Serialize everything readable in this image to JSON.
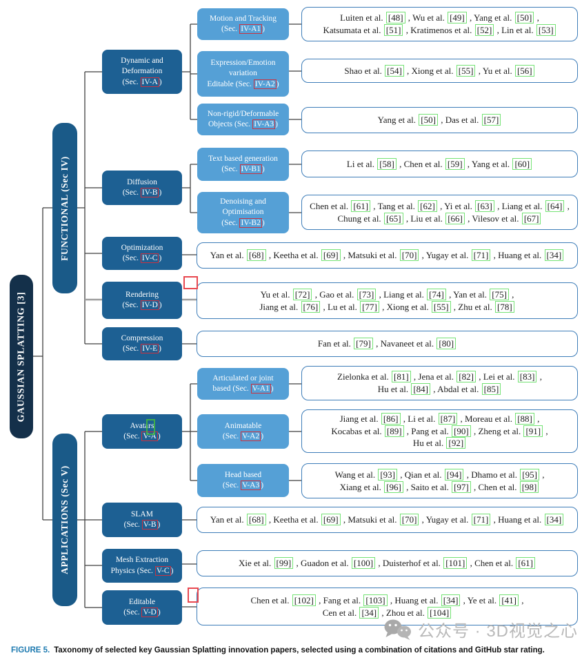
{
  "root": {
    "label": "GAUSSIAN SPLATTING [3]"
  },
  "sections": {
    "functional": {
      "label": "FUNCTIONAL (Sec IV)"
    },
    "applications": {
      "label": "APPLICATIONS (Sec V)"
    }
  },
  "nodes": {
    "dyn": {
      "lines": [
        "Dynamic and",
        "Deformation",
        "(Sec. {ref})"
      ],
      "ref": "IV-A"
    },
    "diff": {
      "lines": [
        "Diffusion",
        "(Sec. {ref})"
      ],
      "ref": "IV-B"
    },
    "opt": {
      "lines": [
        "Optimization",
        "(Sec. {ref})"
      ],
      "ref": "IV-C"
    },
    "rend": {
      "lines": [
        "Rendering",
        "(Sec. {ref})"
      ],
      "ref": "IV-D"
    },
    "comp": {
      "lines": [
        "Compression",
        "(Sec. {ref})"
      ],
      "ref": "IV-E"
    },
    "avat": {
      "lines": [
        "Avatars",
        "(Sec. {ref})"
      ],
      "ref": "V-A"
    },
    "slam": {
      "lines": [
        "SLAM",
        "(Sec. {ref})"
      ],
      "ref": "V-B"
    },
    "mesh": {
      "lines": [
        "Mesh Extraction",
        "Physics (Sec. {ref})"
      ],
      "ref": "V-C"
    },
    "edit": {
      "lines": [
        "Editable",
        "(Sec. {ref})"
      ],
      "ref": "V-D"
    },
    "iv_a1": {
      "lines": [
        "Motion and Tracking",
        "(Sec. {ref})"
      ],
      "ref": "IV-A1"
    },
    "iv_a2": {
      "lines": [
        "Expression/Emotion",
        "variation",
        "Editable (Sec. {ref})"
      ],
      "ref": "IV-A2"
    },
    "iv_a3": {
      "lines": [
        "Non-rigid/Deformable",
        "Objects (Sec. {ref})"
      ],
      "ref": "IV-A3"
    },
    "iv_b1": {
      "lines": [
        "Text based generation",
        "(Sec. {ref})"
      ],
      "ref": "IV-B1"
    },
    "iv_b2": {
      "lines": [
        "Denoising and",
        "Optimisation",
        "(Sec. {ref})"
      ],
      "ref": "IV-B2"
    },
    "v_a1": {
      "lines": [
        "Articulated or joint",
        "based (Sec. {ref})"
      ],
      "ref": "V-A1"
    },
    "v_a2": {
      "lines": [
        "Animatable",
        "(Sec. {ref})"
      ],
      "ref": "V-A2"
    },
    "v_a3": {
      "lines": [
        "Head based",
        "(Sec. {ref})"
      ],
      "ref": "V-A3"
    }
  },
  "citation_rows": {
    "iv_a1": {
      "parts": [
        [
          "Luiten et al.",
          "48"
        ],
        [
          "Wu et al.",
          "49"
        ],
        [
          "Yang et al.",
          "50"
        ],
        [
          "Katsumata et al.",
          "51"
        ],
        [
          "Kratimenos et al.",
          "52"
        ],
        [
          "Lin et al.",
          "53"
        ]
      ],
      "breaks": [
        2
      ]
    },
    "iv_a2": {
      "parts": [
        [
          "Shao et al.",
          "54"
        ],
        [
          "Xiong et al.",
          "55"
        ],
        [
          "Yu et al.",
          "56"
        ]
      ],
      "breaks": []
    },
    "iv_a3": {
      "parts": [
        [
          "Yang et al.",
          "50"
        ],
        [
          "Das et al.",
          "57"
        ]
      ],
      "breaks": []
    },
    "iv_b1": {
      "parts": [
        [
          "Li et al.",
          "58"
        ],
        [
          "Chen et al.",
          "59"
        ],
        [
          "Yang et al.",
          "60"
        ]
      ],
      "breaks": []
    },
    "iv_b2": {
      "parts": [
        [
          "Chen et al.",
          "61"
        ],
        [
          "Tang et al.",
          "62"
        ],
        [
          "Yi et al.",
          "63"
        ],
        [
          "Liang et al.",
          "64"
        ],
        [
          "Chung et al.",
          "65"
        ],
        [
          "Liu et al.",
          "66"
        ],
        [
          "Vilesov et al.",
          "67"
        ]
      ],
      "breaks": [
        3
      ]
    },
    "iv_c": {
      "parts": [
        [
          "Yan et al.",
          "68"
        ],
        [
          "Keetha et al.",
          "69"
        ],
        [
          "Matsuki et al.",
          "70"
        ],
        [
          "Yugay et al.",
          "71"
        ],
        [
          "Huang et al.",
          "34"
        ]
      ],
      "breaks": []
    },
    "iv_d": {
      "parts": [
        [
          "Yu et al.",
          "72"
        ],
        [
          "Gao et al.",
          "73"
        ],
        [
          "Liang et al.",
          "74"
        ],
        [
          "Yan et al.",
          "75"
        ],
        [
          "Jiang et al.",
          "76"
        ],
        [
          "Lu et al.",
          "77"
        ],
        [
          "Xiong et al.",
          "55"
        ],
        [
          "Zhu et al.",
          "78"
        ]
      ],
      "breaks": [
        3
      ]
    },
    "iv_e": {
      "parts": [
        [
          "Fan et al.",
          "79"
        ],
        [
          "Navaneet et al.",
          "80"
        ]
      ],
      "breaks": []
    },
    "v_a1": {
      "parts": [
        [
          "Zielonka et al.",
          "81"
        ],
        [
          "Jena et al.",
          "82"
        ],
        [
          "Lei et al.",
          "83"
        ],
        [
          "Hu et al.",
          "84"
        ],
        [
          "Abdal et al.",
          "85"
        ]
      ],
      "breaks": [
        2
      ]
    },
    "v_a2": {
      "parts": [
        [
          "Jiang et al.",
          "86"
        ],
        [
          "Li et al.",
          "87"
        ],
        [
          "Moreau et al.",
          "88"
        ],
        [
          "Kocabas et al.",
          "89"
        ],
        [
          "Pang et al.",
          "90"
        ],
        [
          "Zheng et al.",
          "91"
        ],
        [
          "Hu et al.",
          "92"
        ]
      ],
      "breaks": [
        2,
        5
      ]
    },
    "v_a3": {
      "parts": [
        [
          "Wang et al.",
          "93"
        ],
        [
          "Qian et al.",
          "94"
        ],
        [
          "Dhamo et al.",
          "95"
        ],
        [
          "Xiang et al.",
          "96"
        ],
        [
          "Saito et al.",
          "97"
        ],
        [
          "Chen et al.",
          "98"
        ]
      ],
      "breaks": [
        2
      ]
    },
    "v_b": {
      "parts": [
        [
          "Yan et al.",
          "68"
        ],
        [
          "Keetha et al.",
          "69"
        ],
        [
          "Matsuki et al.",
          "70"
        ],
        [
          "Yugay et al.",
          "71"
        ],
        [
          "Huang et al.",
          "34"
        ]
      ],
      "breaks": []
    },
    "v_c": {
      "parts": [
        [
          "Xie et al.",
          "99"
        ],
        [
          "Guadon et al.",
          "100"
        ],
        [
          "Duisterhof et al.",
          "101"
        ],
        [
          "Chen et al.",
          "61"
        ]
      ],
      "breaks": []
    },
    "v_d": {
      "parts": [
        [
          "Chen et al.",
          "102"
        ],
        [
          "Fang et al.",
          "103"
        ],
        [
          "Huang et al.",
          "34"
        ],
        [
          "Ye et al.",
          "41"
        ],
        [
          "Cen et al.",
          "34"
        ],
        [
          "Zhou et al.",
          "104"
        ]
      ],
      "breaks": [
        3
      ]
    }
  },
  "caption": {
    "tag": "FIGURE 5.",
    "text": "Taxonomy of selected key Gaussian Splatting innovation papers, selected using a combination of citations and GitHub star rating."
  },
  "watermark": {
    "text": "公众号 · 3D视觉之心"
  },
  "colors": {
    "root_box": "#14304a",
    "section_box": "#1a5a88",
    "level2_box": "#1d6093",
    "level3_box": "#55a0d6",
    "citation_border": "#3c7cb8",
    "section_link_border": "#cb3240",
    "citation_link_border": "#74e274",
    "caption_tag": "#1d7ab0",
    "connector": "#3f3f3f"
  }
}
